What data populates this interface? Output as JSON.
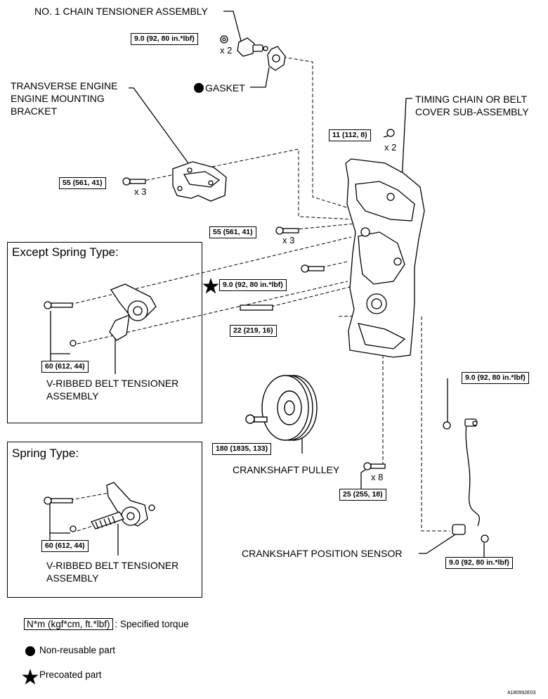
{
  "labels": {
    "chain_tensioner": "NO. 1 CHAIN TENSIONER ASSEMBLY",
    "gasket": "GASKET",
    "mount_bracket_1": "TRANSVERSE ENGINE",
    "mount_bracket_2": "ENGINE MOUNTING",
    "mount_bracket_3": "BRACKET",
    "timing_cover_1": "TIMING CHAIN OR BELT",
    "timing_cover_2": "COVER SUB-ASSEMBLY",
    "crank_pulley": "CRANKSHAFT PULLEY",
    "crank_sensor": "CRANKSHAFT POSITION SENSOR",
    "vbelt_1": "V-RIBBED BELT TENSIONER",
    "vbelt_2": "ASSEMBLY",
    "vbelt2_1": "V-RIBBED BELT TENSIONER",
    "vbelt2_2": "ASSEMBLY"
  },
  "torques": {
    "t_tensioner": "9.0 (92, 80 in.*lbf)",
    "t_cover_nut": "11 (112, 8)",
    "t_bracket": "55 (561, 41)",
    "t_cover_bolt": "55 (561, 41)",
    "t_precoated": "9.0 (92, 80 in.*lbf)",
    "t_stud": "22 (219, 16)",
    "t_except": "60 (612, 44)",
    "t_pulley": "180 (1835, 133)",
    "t_cover_x8": "25 (255, 18)",
    "t_sensor_top": "9.0 (92, 80 in.*lbf)",
    "t_sensor_bot": "9.0 (92, 80 in.*lbf)",
    "t_spring": "60 (612, 44)"
  },
  "multipliers": {
    "m_tensioner": "x 2",
    "m_cover_nut": "x 2",
    "m_bracket": "x 3",
    "m_cover_bolt": "x 3",
    "m_cover_x8": "x 8"
  },
  "panels": {
    "except_title": "Except Spring Type:",
    "spring_title": "Spring Type:"
  },
  "legend": {
    "spec_box": "N*m (kgf*cm, ft.*lbf)",
    "spec_text": ": Specified torque",
    "non_reusable": "Non-reusable part",
    "precoated": "Precoated part"
  },
  "figure_code": "A180992E03"
}
